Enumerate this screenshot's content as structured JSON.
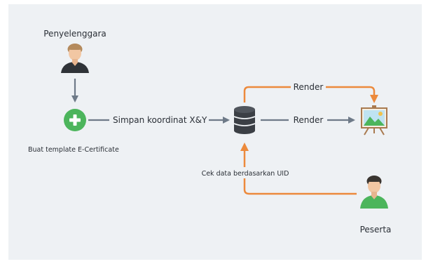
{
  "nodes": {
    "organizer": {
      "label": "Penyelenggara"
    },
    "template": {
      "label": "Buat template E-Certificate"
    },
    "participant": {
      "label": "Peserta"
    }
  },
  "edges": {
    "save_coords": {
      "label": "Simpan koordinat X&Y"
    },
    "render_top": {
      "label": "Render"
    },
    "render_mid": {
      "label": "Render"
    },
    "check_uid": {
      "label": "Cek data berdasarkan UID"
    }
  },
  "colors": {
    "gray_arrow": "#6e7a88",
    "orange_arrow": "#ec8a3c",
    "green_plus": "#4cb55c",
    "database": "#3b3f45",
    "panel_bg": "#eef1f4"
  },
  "icons": {
    "organizer": "person-dark-shirt-icon",
    "template": "plus-circle-icon",
    "database": "database-icon",
    "certificate": "easel-picture-icon",
    "participant": "person-green-shirt-icon"
  }
}
